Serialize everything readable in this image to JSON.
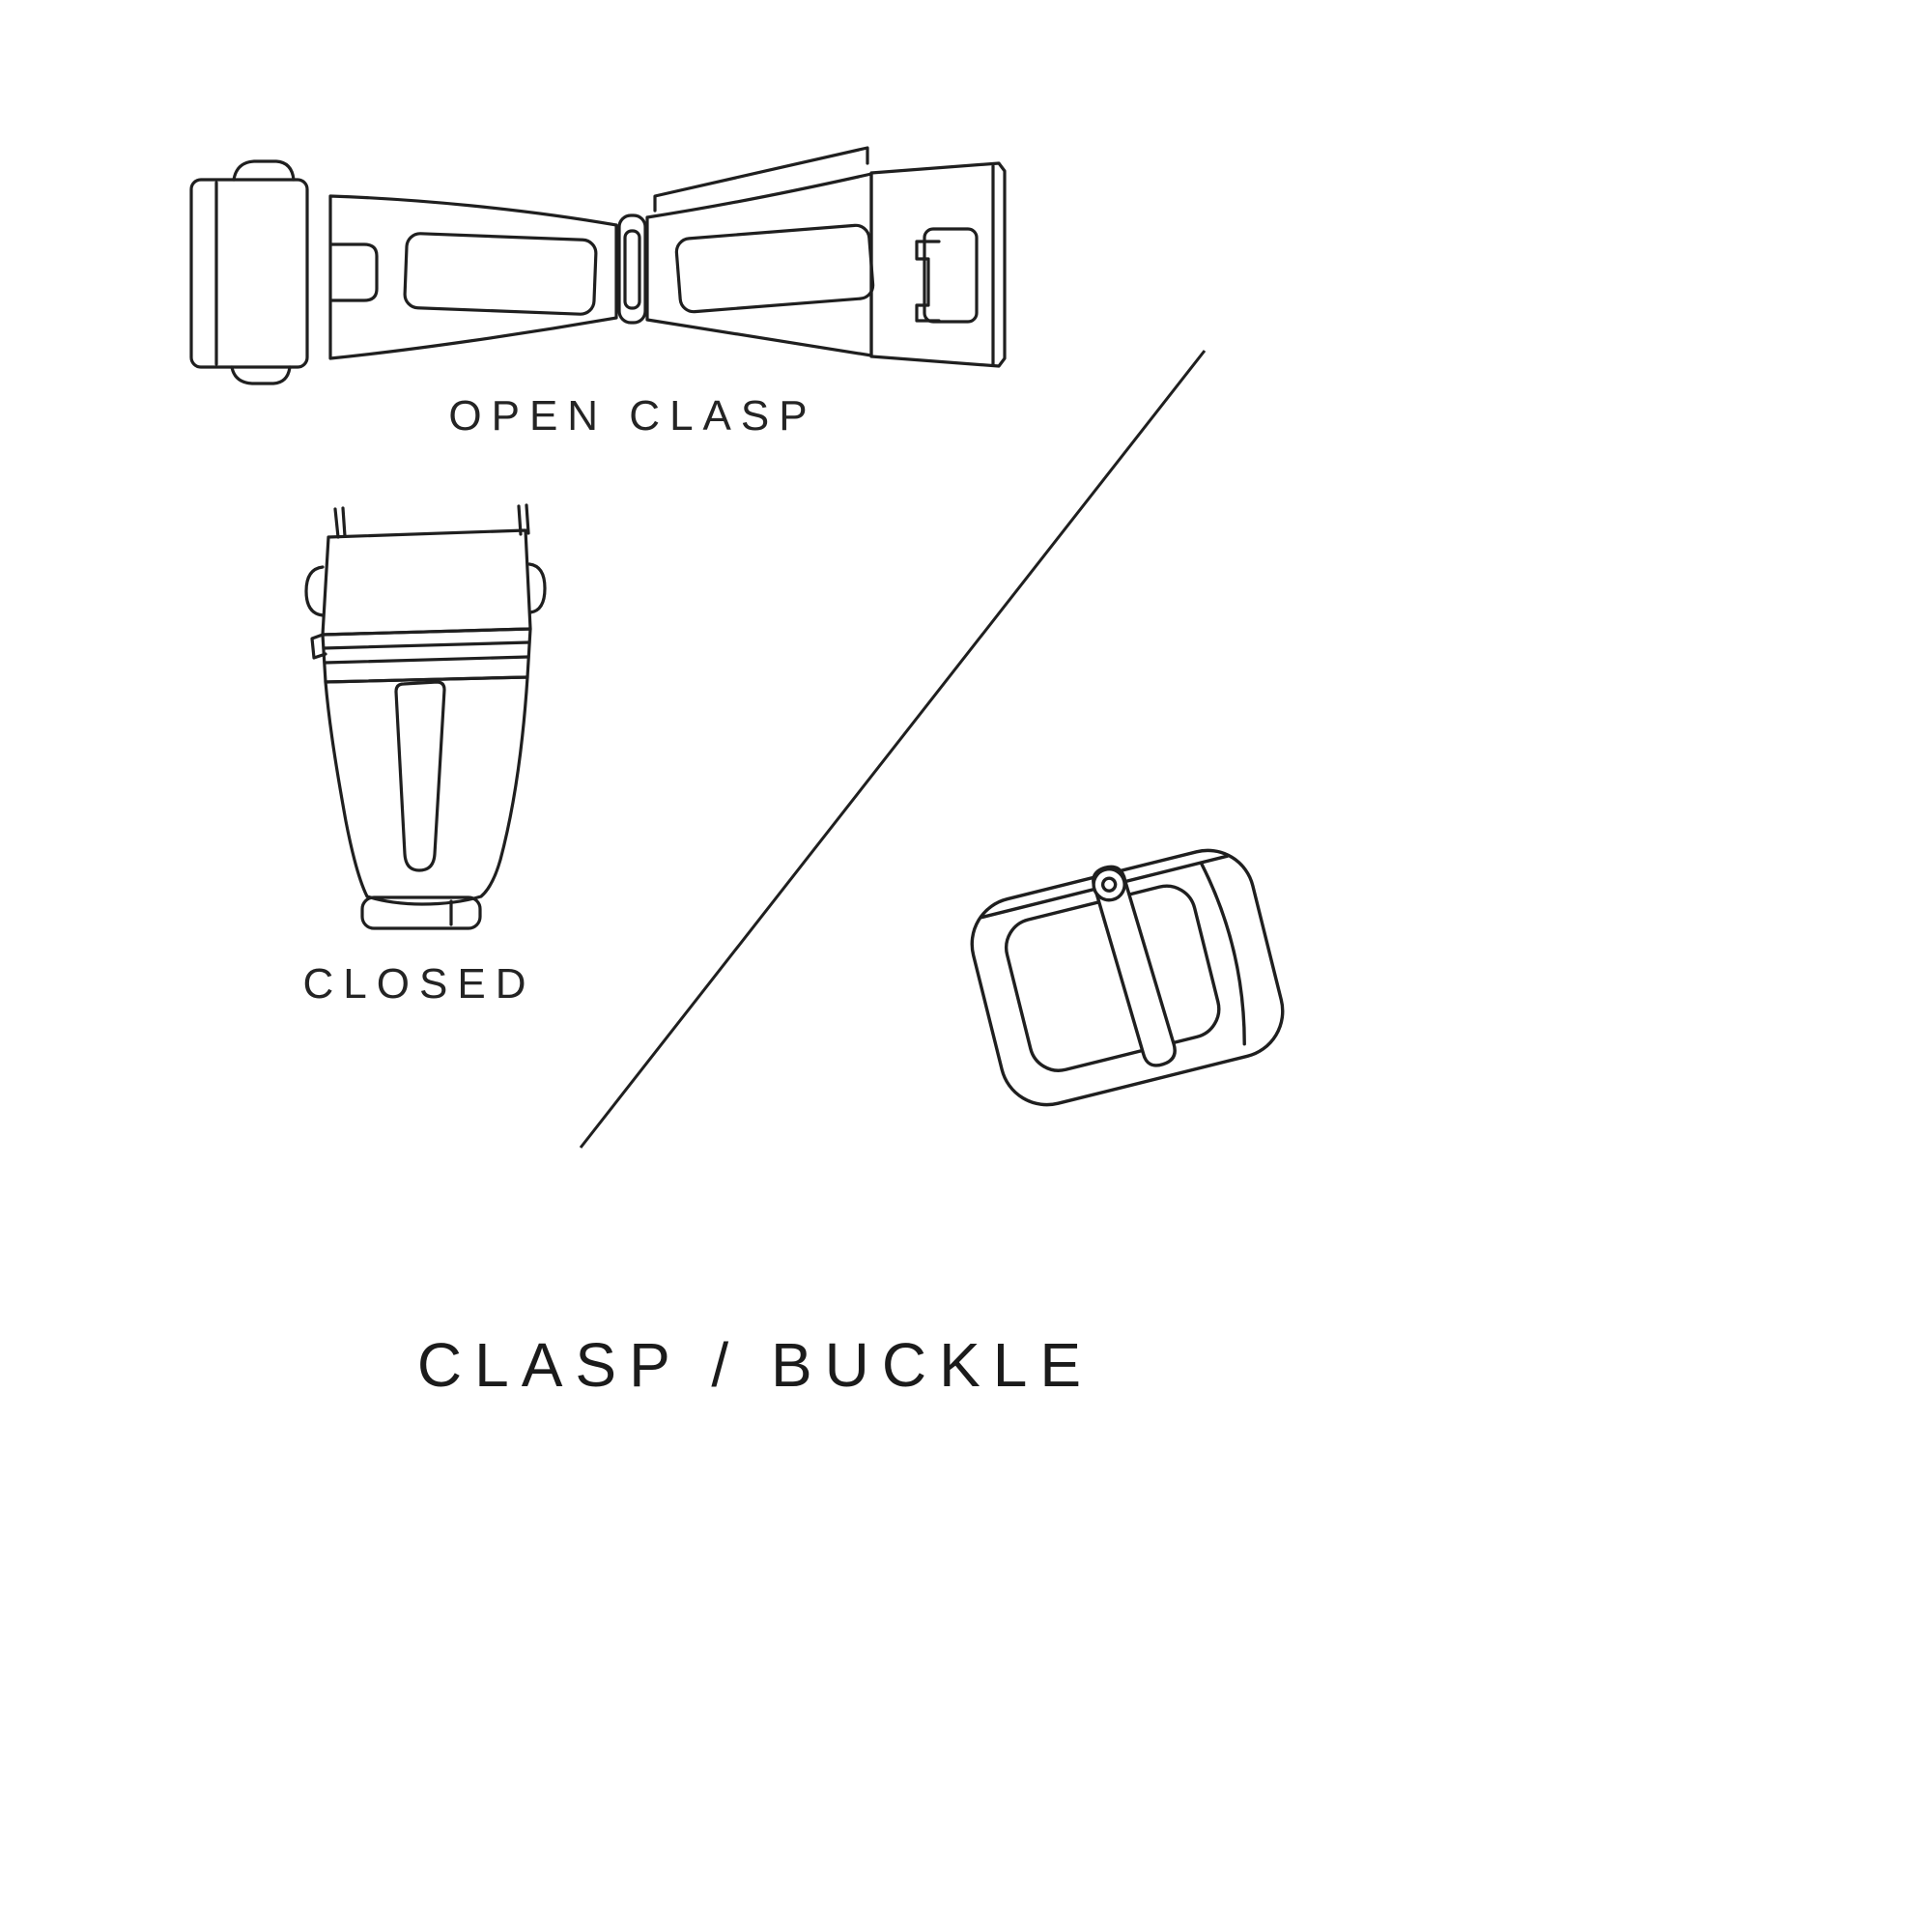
{
  "colors": {
    "background": "#ffffff",
    "ink": "#1f1f1f"
  },
  "title": "CLASP / BUCKLE",
  "figures": [
    {
      "id": "open-clasp",
      "illustration": "open-clasp-illustration",
      "label": "OPEN CLASP"
    },
    {
      "id": "closed-clasp",
      "illustration": "closed-clasp-illustration",
      "label": "CLOSED"
    },
    {
      "id": "buckle",
      "illustration": "buckle-illustration",
      "label": ""
    }
  ],
  "divider": "diagonal-divider-line"
}
